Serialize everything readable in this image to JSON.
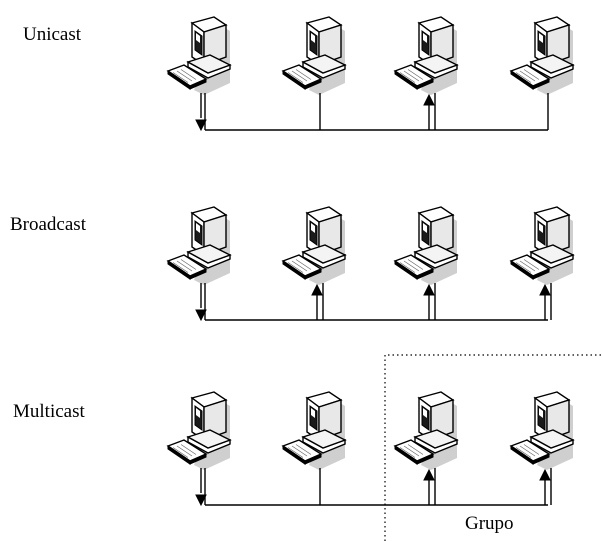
{
  "diagram": {
    "rows": [
      {
        "label": "Unicast",
        "computers": [
          {
            "id": "pc1",
            "arrow": "down"
          },
          {
            "id": "pc2",
            "arrow": "none"
          },
          {
            "id": "pc3",
            "arrow": "up"
          },
          {
            "id": "pc4",
            "arrow": "none"
          }
        ]
      },
      {
        "label": "Broadcast",
        "computers": [
          {
            "id": "pc1",
            "arrow": "down"
          },
          {
            "id": "pc2",
            "arrow": "up"
          },
          {
            "id": "pc3",
            "arrow": "up"
          },
          {
            "id": "pc4",
            "arrow": "up"
          }
        ]
      },
      {
        "label": "Multicast",
        "computers": [
          {
            "id": "pc1",
            "arrow": "down"
          },
          {
            "id": "pc2",
            "arrow": "none"
          },
          {
            "id": "pc3",
            "arrow": "up"
          },
          {
            "id": "pc4",
            "arrow": "up"
          }
        ],
        "group": {
          "label": "Grupo",
          "members": [
            2,
            3
          ]
        }
      }
    ],
    "icon": "desktop-computer-icon"
  }
}
